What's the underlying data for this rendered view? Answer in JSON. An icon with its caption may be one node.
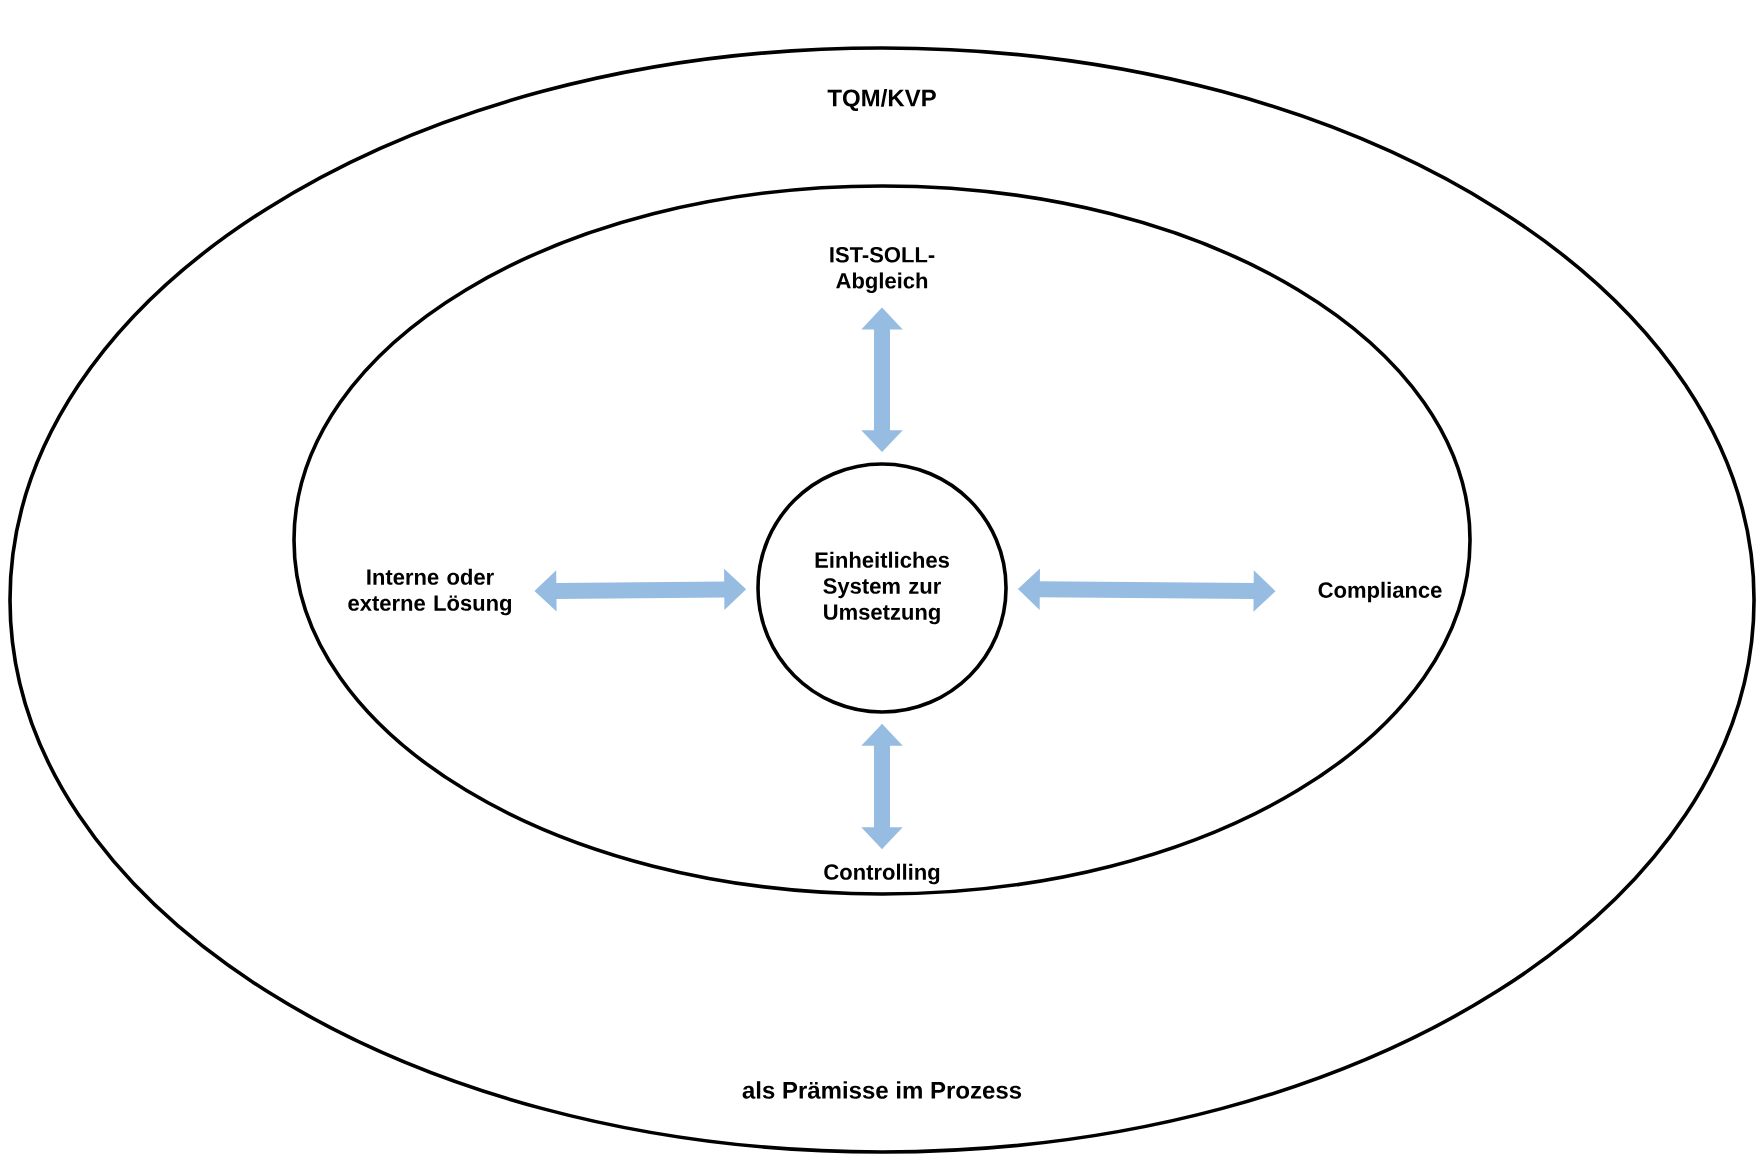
{
  "diagram": {
    "nodes": [
      {
        "text": [
          "TQM/KVP",
          "als Prämisse im Prozess"
        ]
      },
      {
        "text": [],
        "shape": "ellipse",
        "in": 0
      },
      {
        "text": [
          "IST-SOLL-Abgleich"
        ],
        "in": 1
      },
      {
        "text": [
          "Interne oder externe Lösung"
        ],
        "in": 1
      },
      {
        "text": [
          "Einheitliches System zur Umsetzung"
        ],
        "in": 1
      },
      {
        "text": [
          "Compliance"
        ],
        "in": 1
      },
      {
        "text": [
          "Controlling"
        ],
        "in": 1
      }
    ],
    "edges": [
      {
        "from": 4,
        "to": 2,
        "arrow": "both"
      },
      {
        "from": 4,
        "to": 3,
        "arrow": "both"
      },
      {
        "from": 4,
        "to": 5,
        "arrow": "both"
      },
      {
        "from": 4,
        "to": 6,
        "arrow": "both"
      }
    ]
  }
}
